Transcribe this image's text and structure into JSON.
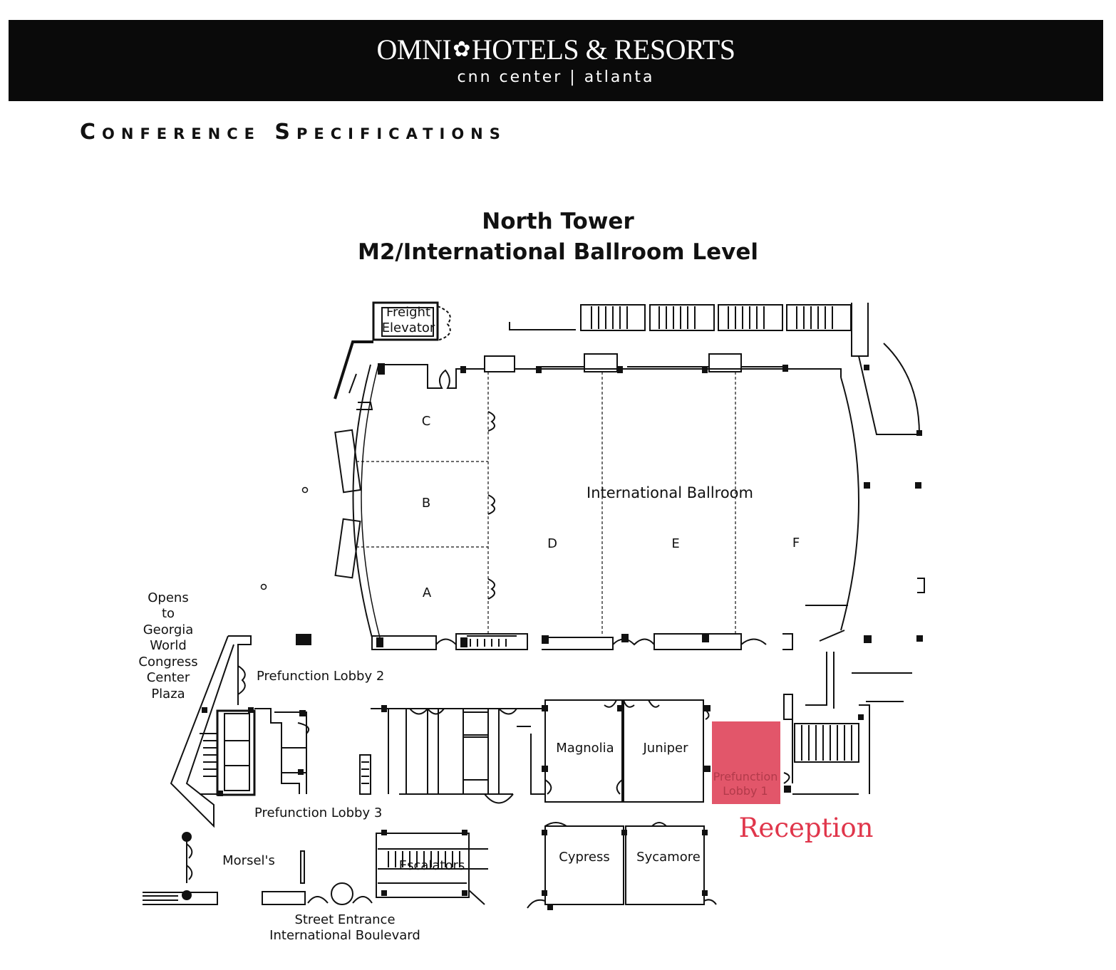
{
  "header": {
    "brand": "OMNI HOTELS & RESORTS",
    "brand_left": "OMNI",
    "brand_right": "HOTELS & RESORTS",
    "location": "cnn center | atlanta"
  },
  "section_title": "Conference Specifications",
  "plan": {
    "title_line1": "North Tower",
    "title_line2": "M2/International Ballroom Level"
  },
  "rooms": {
    "freight_elevator_1": "Freight",
    "freight_elevator_2": "Elevator",
    "c": "C",
    "b": "B",
    "a": "A",
    "d": "D",
    "e": "E",
    "f": "F",
    "international_ballroom": "International Ballroom",
    "prefunction_lobby_2": "Prefunction Lobby 2",
    "prefunction_lobby_3": "Prefunction Lobby 3",
    "prefunction_lobby_1_line1": "Prefunction",
    "prefunction_lobby_1_line2": "Lobby 1",
    "magnolia": "Magnolia",
    "juniper": "Juniper",
    "cypress": "Cypress",
    "sycamore": "Sycamore",
    "morsels": "Morsel's",
    "escalators": "Escalators",
    "street_entrance_1": "Street Entrance",
    "street_entrance_2": "International Boulevard",
    "opens_to": [
      "Opens",
      "to",
      "Georgia",
      "World",
      "Congress",
      "Center",
      "Plaza"
    ]
  },
  "highlight": {
    "label": "Reception",
    "color": "#e0364b",
    "fill": "#e2566a"
  }
}
